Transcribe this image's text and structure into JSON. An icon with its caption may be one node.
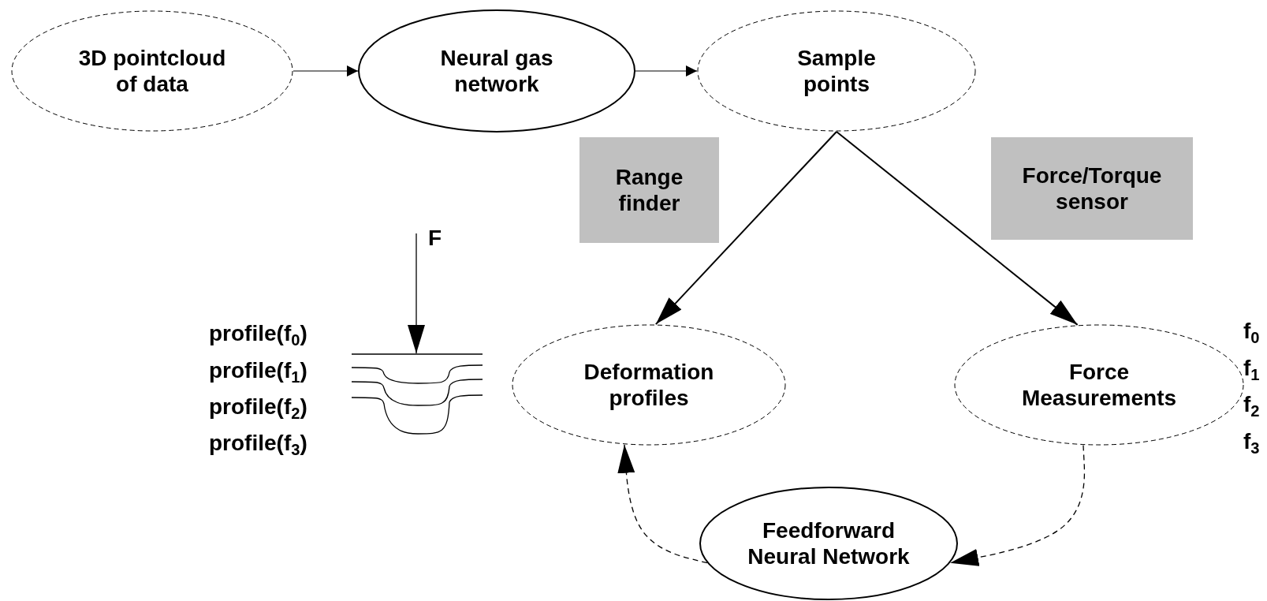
{
  "diagram": {
    "nodes": [
      {
        "text": [
          "3D pointcloud of data"
        ]
      },
      {
        "text": [
          "Neural gas network"
        ]
      },
      {
        "text": [
          "Sample points"
        ]
      },
      {
        "text": [
          "Range finder"
        ]
      },
      {
        "text": [
          "Force/Torque sensor"
        ]
      },
      {
        "text": [
          "Deformation profiles"
        ]
      },
      {
        "text": [
          "Force Measurements"
        ]
      },
      {
        "text": [
          "Feedforward Neural Network"
        ]
      }
    ],
    "edges": [
      {
        "from": 0,
        "to": 1,
        "arrow": "to"
      },
      {
        "from": 1,
        "to": 2,
        "arrow": "to"
      },
      {
        "from": 2,
        "to": 5,
        "arrow": "to"
      },
      {
        "from": 2,
        "to": 6,
        "arrow": "to"
      },
      {
        "from": 6,
        "to": 7,
        "arrow": "to",
        "style": "dashed"
      },
      {
        "from": 7,
        "to": 5,
        "arrow": "to",
        "style": "dashed"
      }
    ],
    "labels": [
      "F",
      "profile(f$_{0}$)",
      "profile(f$_{1}$)",
      "profile(f$_{2}$)",
      "profile(f$_{3}$)",
      "f$_{0}$",
      "f$_{1}$",
      "f$_{2}$",
      "f$_{3}$"
    ]
  }
}
